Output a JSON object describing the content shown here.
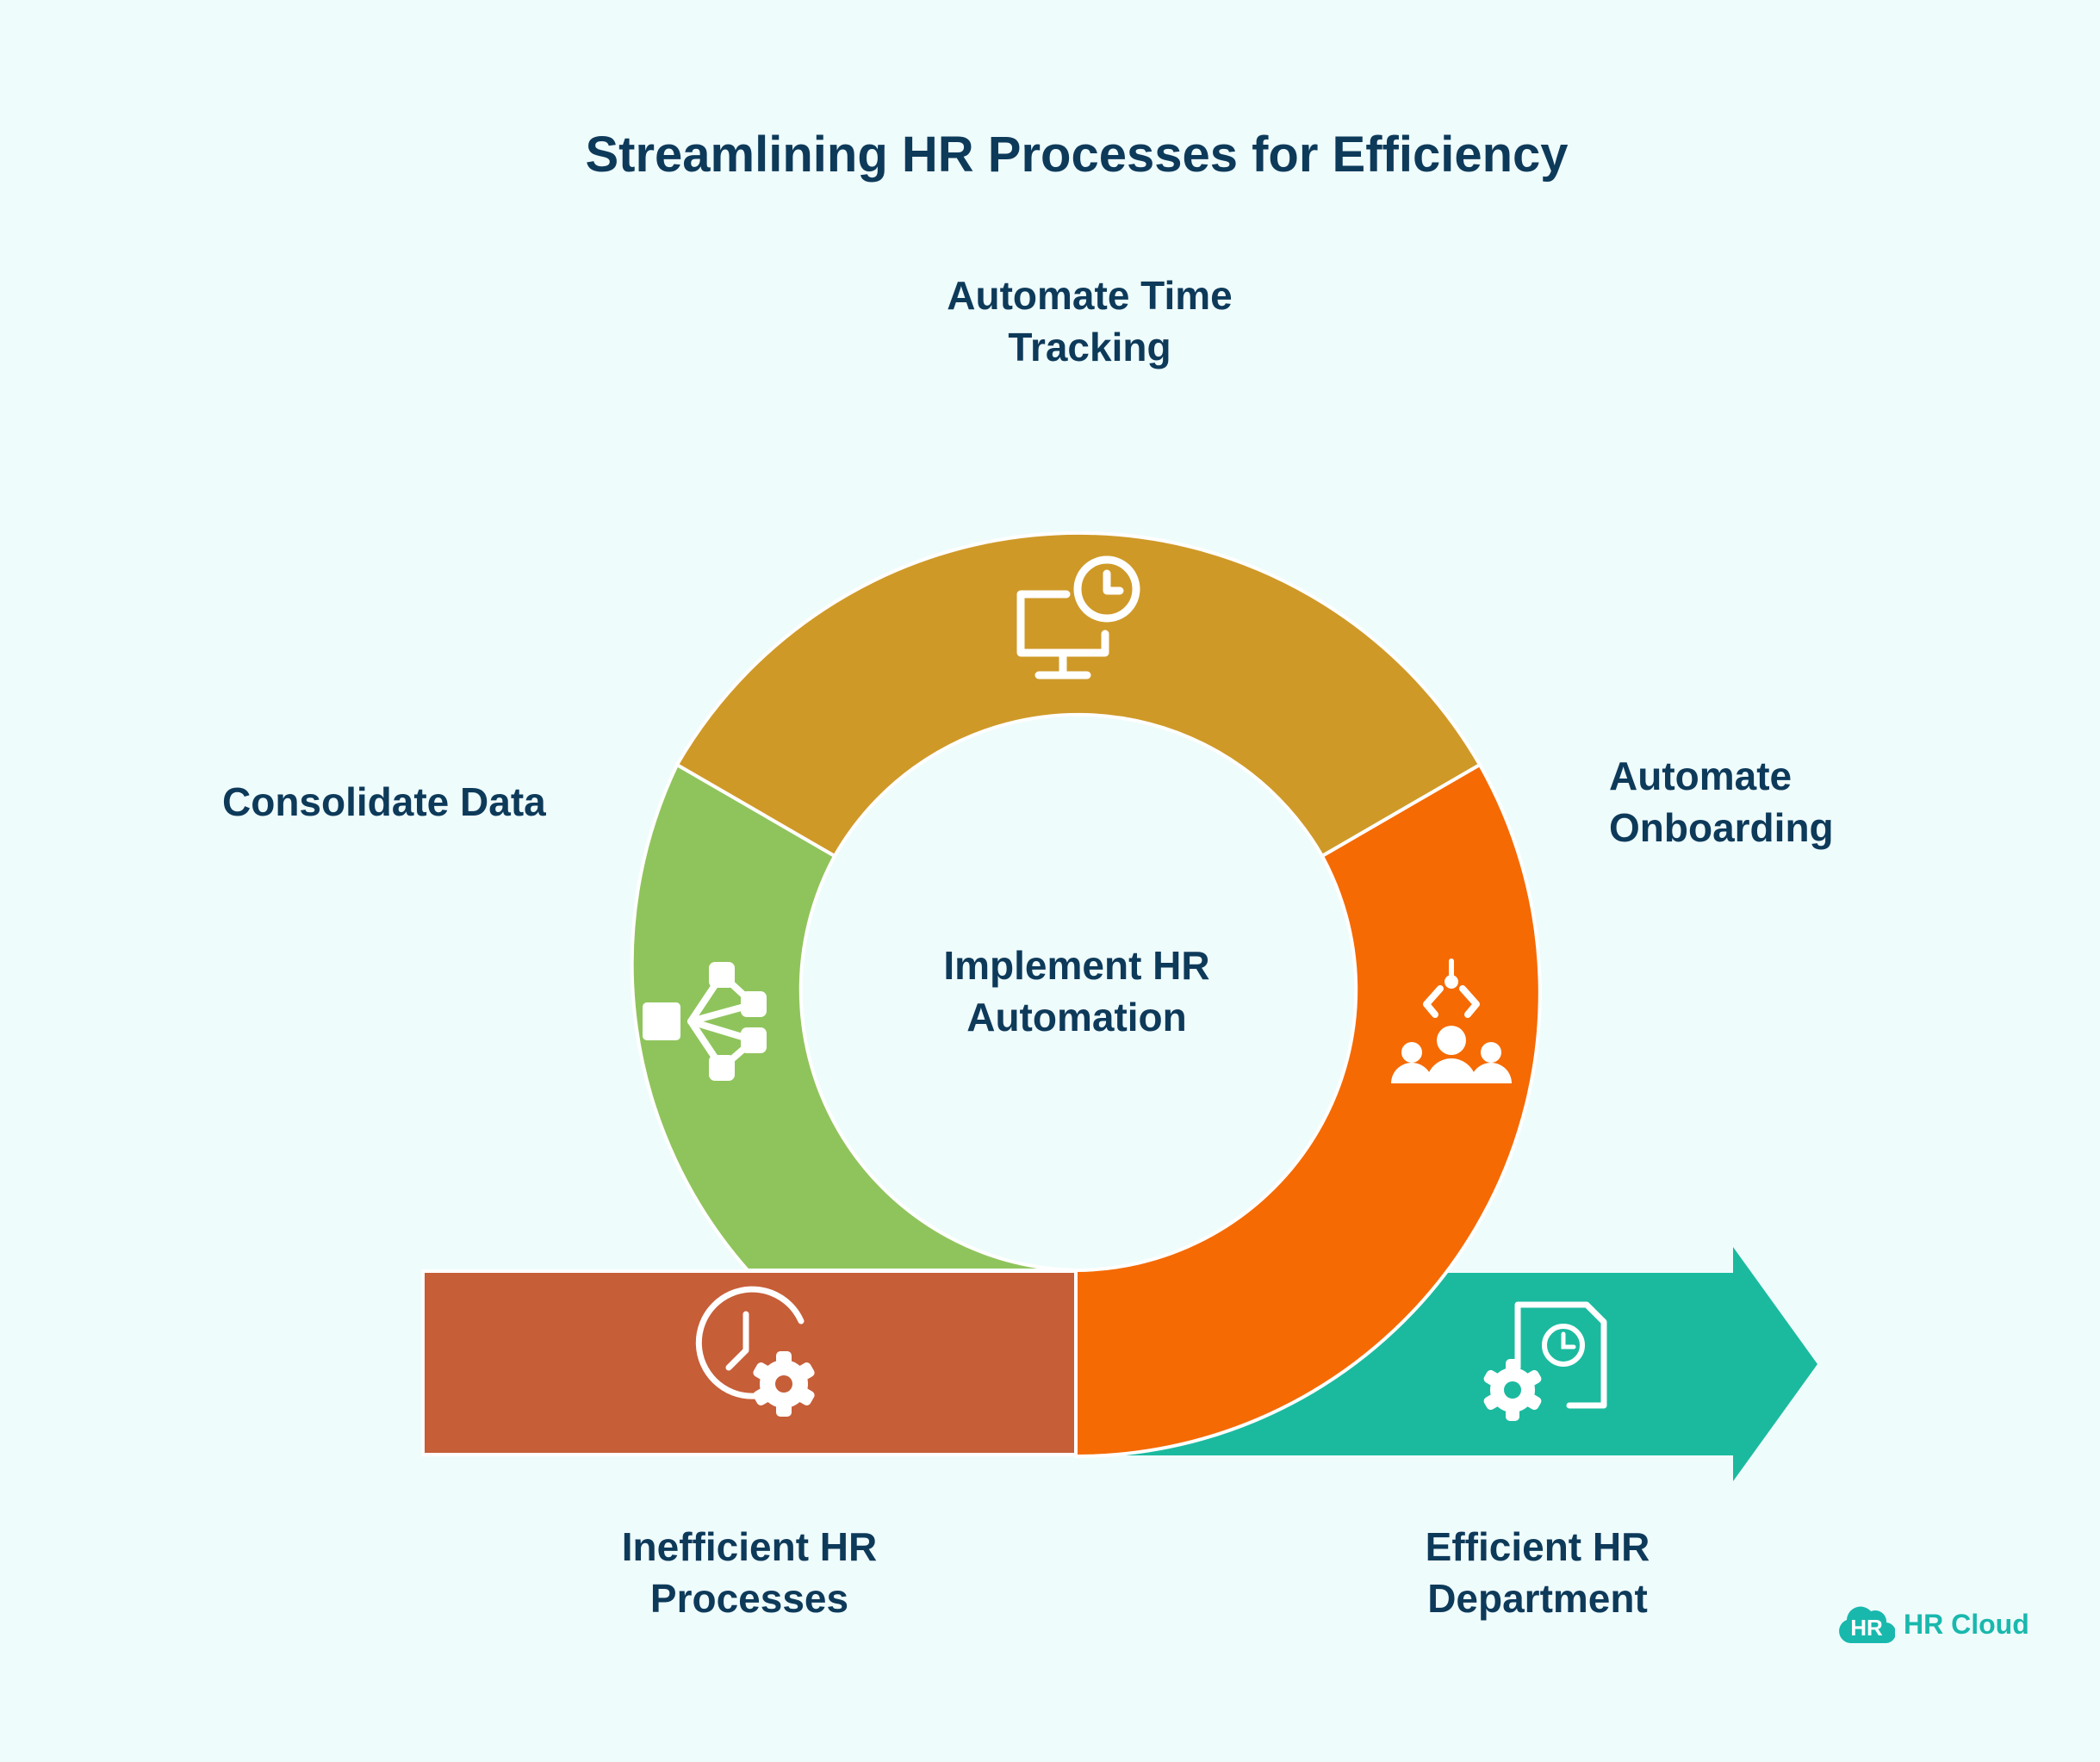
{
  "title": "Streamlining HR Processes for Efficiency",
  "center_label": "Implement HR\nAutomation",
  "segments": [
    {
      "label": "Automate Time\nTracking",
      "color": "#cf9928",
      "icon": "computer-clock-icon"
    },
    {
      "label": "Consolidate Data",
      "color": "#8fc45c",
      "icon": "data-network-icon"
    },
    {
      "label": "Automate\nOnboarding",
      "color": "#f56a03",
      "icon": "robot-arm-people-icon"
    }
  ],
  "start": {
    "label": "Inefficient HR\nProcesses",
    "color": "#c65e38",
    "icon": "clock-gear-icon"
  },
  "end": {
    "label": "Efficient HR\nDepartment",
    "color": "#1bba9f",
    "icon": "document-clock-gear-icon"
  },
  "logo": {
    "badge": "HR",
    "text": "HR Cloud",
    "color": "#19b8ad"
  }
}
